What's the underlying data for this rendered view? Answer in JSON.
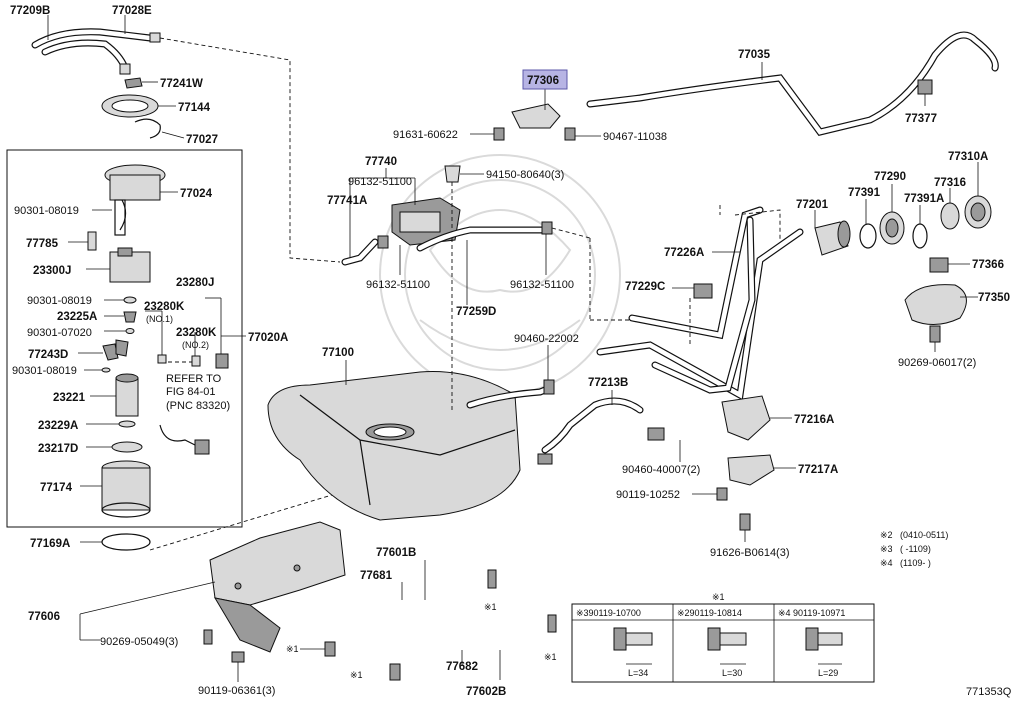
{
  "diagram_id": "771353Q",
  "highlighted_part": "77306",
  "part_labels": {
    "p77209B": "77209B",
    "p77028E": "77028E",
    "p77241W": "77241W",
    "p77144": "77144",
    "p77027": "77027",
    "p77024": "77024",
    "p90301_08019a": "90301-08019",
    "p77785": "77785",
    "p23300J": "23300J",
    "p90301_08019b": "90301-08019",
    "p23225A": "23225A",
    "p90301_07020": "90301-07020",
    "p77243D": "77243D",
    "p90301_08019c": "90301-08019",
    "p23221": "23221",
    "p23229A": "23229A",
    "p23217D": "23217D",
    "p77174": "77174",
    "p23280J": "23280J",
    "p23280K_1": "23280K",
    "no1": "(NO.1)",
    "p23280K_2": "23280K",
    "no2": "(NO.2)",
    "p77020A": "77020A",
    "p77169A": "77169A",
    "p77606": "77606",
    "p90269_05049": "90269-05049(3)",
    "p90119_06361": "90119-06361(3)",
    "p77306": "77306",
    "p91631_60622": "91631-60622",
    "p90467_11038": "90467-11038",
    "p77035": "77035",
    "p77377": "77377",
    "p77740": "77740",
    "p96132_51100a": "96132-51100",
    "p77741A": "77741A",
    "p94150_80640": "94150-80640(3)",
    "p96132_51100b": "96132-51100",
    "p96132_51100c": "96132-51100",
    "p77259D": "77259D",
    "p77100": "77100",
    "p90460_22002": "90460-22002",
    "p77213B": "77213B",
    "p77201": "77201",
    "p77226A": "77226A",
    "p77229C": "77229C",
    "p77391": "77391",
    "p77290": "77290",
    "p77391A": "77391A",
    "p77316": "77316",
    "p77310A": "77310A",
    "p77366": "77366",
    "p77350": "77350",
    "p90269_06017": "90269-06017(2)",
    "p77216A": "77216A",
    "p90460_40007": "90460-40007(2)",
    "p77217A": "77217A",
    "p90119_10252": "90119-10252",
    "p91626_B0614": "91626-B0614(3)",
    "p77601B": "77601B",
    "p77681": "77681",
    "p77682": "77682",
    "p77602B": "77602B"
  },
  "refer_note": [
    "REFER TO",
    "FIG 84-01",
    "(PNC 83320)"
  ],
  "applicability_notes": [
    {
      "mark": "※2",
      "range": "(0410-0511)"
    },
    {
      "mark": "※3",
      "range": "(      -1109)"
    },
    {
      "mark": "※4",
      "range": "(1109-      )"
    }
  ],
  "marks": {
    "m1": "※1"
  },
  "bolt_table": {
    "header_mark": "※1",
    "columns": [
      {
        "label": "※390119-10700",
        "length": "L=34"
      },
      {
        "label": "※290119-10814",
        "length": "L=30"
      },
      {
        "label": "※4  90119-10971",
        "length": "L=29"
      }
    ]
  }
}
